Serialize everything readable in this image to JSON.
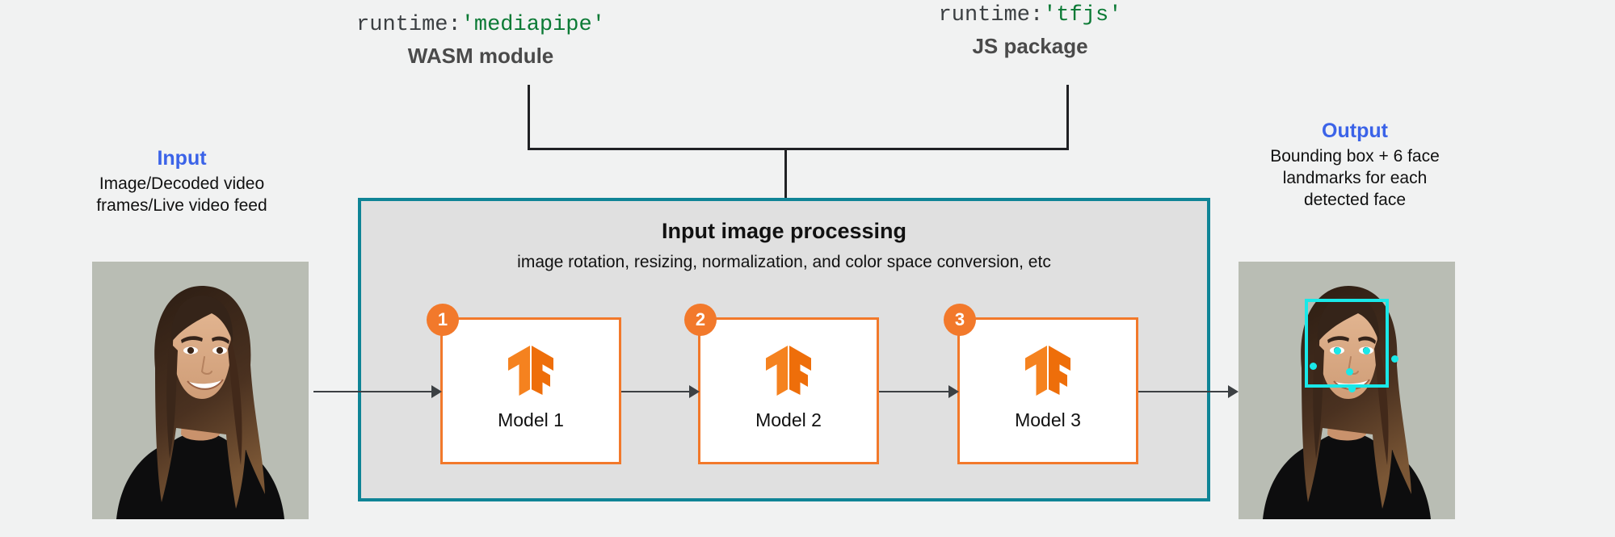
{
  "diagram": {
    "background_color": "#f1f2f2",
    "accent_blue": "#3b63e8",
    "accent_orange": "#f2792b",
    "accent_teal": "#0f8496",
    "accent_cyan": "#19e8e8",
    "code_green": "#0b7a35"
  },
  "runtimes": [
    {
      "code_key": "runtime:",
      "code_value": "'mediapipe'",
      "subtitle": "WASM module"
    },
    {
      "code_key": "runtime:",
      "code_value": "'tfjs'",
      "subtitle": "JS package"
    }
  ],
  "input": {
    "title": "Input",
    "description": "Image/Decoded video frames/Live video feed",
    "line1": "Image/Decoded video",
    "line2": "frames/Live video feed"
  },
  "output": {
    "title": "Output",
    "description": "Bounding box + 6 face landmarks for each detected face",
    "line1": "Bounding box + 6 face",
    "line2": "landmarks for each",
    "line3": "detected face"
  },
  "panel": {
    "title": "Input image processing",
    "subtitle": "image rotation, resizing, normalization, and color space conversion, etc"
  },
  "models": [
    {
      "badge": "1",
      "label": "Model 1",
      "logo": "tensorflow-logo"
    },
    {
      "badge": "2",
      "label": "Model 2",
      "logo": "tensorflow-logo"
    },
    {
      "badge": "3",
      "label": "Model 3",
      "logo": "tensorflow-logo"
    }
  ],
  "detection": {
    "landmark_count": 6,
    "box_color": "#19e8e8"
  }
}
